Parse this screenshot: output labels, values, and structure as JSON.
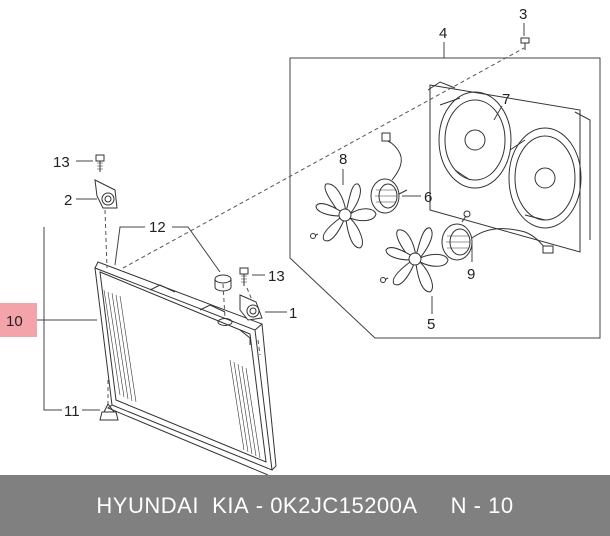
{
  "diagram": {
    "callouts": {
      "c1": "1",
      "c2": "2",
      "c3": "3",
      "c4": "4",
      "c5": "5",
      "c6": "6",
      "c7": "7",
      "c8": "8",
      "c9": "9",
      "c10": "10",
      "c11": "11",
      "c12": "12",
      "c13a": "13",
      "c13b": "13"
    },
    "highlight_color": "#f4a3aa",
    "line_color": "#333333"
  },
  "footer": {
    "brand": "HYUNDAI  KIA",
    "separator": " - ",
    "part_number": "0K2JC15200A",
    "ref": "     N - 10"
  }
}
